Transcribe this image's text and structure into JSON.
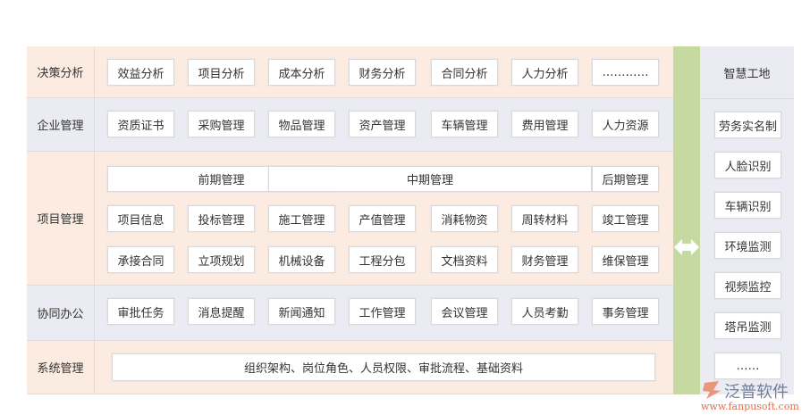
{
  "rows": [
    {
      "label": "决策分析",
      "items": [
        "效益分析",
        "项目分析",
        "成本分析",
        "财务分析",
        "合同分析",
        "人力分析",
        "…………"
      ]
    },
    {
      "label": "企业管理",
      "items": [
        "资质证书",
        "采购管理",
        "物品管理",
        "资产管理",
        "车辆管理",
        "费用管理",
        "人力资源"
      ]
    },
    {
      "label": "项目管理",
      "phases": [
        "前期管理",
        "中期管理",
        "后期管理"
      ],
      "items": [
        "项目信息",
        "投标管理",
        "施工管理",
        "产值管理",
        "消耗物资",
        "周转材料",
        "竣工管理",
        "承接合同",
        "立项规划",
        "机械设备",
        "工程分包",
        "文档资料",
        "财务管理",
        "维保管理"
      ]
    },
    {
      "label": "协同办公",
      "items": [
        "审批任务",
        "消息提醒",
        "新闻通知",
        "工作管理",
        "会议管理",
        "人员考勤",
        "事务管理"
      ]
    },
    {
      "label": "系统管理",
      "items": [
        "组织架构、岗位角色、人员权限、审批流程、基础资料"
      ]
    }
  ],
  "smart_site": {
    "title": "智慧工地",
    "items": [
      "劳务实名制",
      "人脸识别",
      "车辆识别",
      "环境监测",
      "视频监控",
      "塔吊监测",
      "……"
    ]
  },
  "connector_icon": "double-arrow-icon",
  "watermark": {
    "brand": "泛普软件",
    "url": "www.fanpusoft.com"
  },
  "colors": {
    "peach": "#fcebe0",
    "lavender": "#ebebf3",
    "green": "#c5d9a0"
  }
}
